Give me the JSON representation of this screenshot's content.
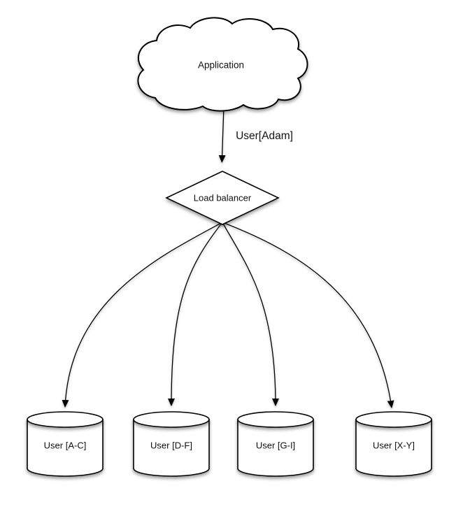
{
  "diagram": {
    "application": {
      "label": "Application",
      "shape": "cloud"
    },
    "edge_user": {
      "label": "User[Adam]"
    },
    "load_balancer": {
      "label": "Load balancer",
      "shape": "diamond"
    },
    "databases": [
      {
        "label": "User [A-C]",
        "shape": "cylinder"
      },
      {
        "label": "User [D-F]",
        "shape": "cylinder"
      },
      {
        "label": "User [G-I]",
        "shape": "cylinder"
      },
      {
        "label": "User [X-Y]",
        "shape": "cylinder"
      }
    ],
    "colors": {
      "background": "#ffffff",
      "shape_fill": "#ffffff",
      "stroke": "#000000",
      "text": "#111111"
    }
  }
}
